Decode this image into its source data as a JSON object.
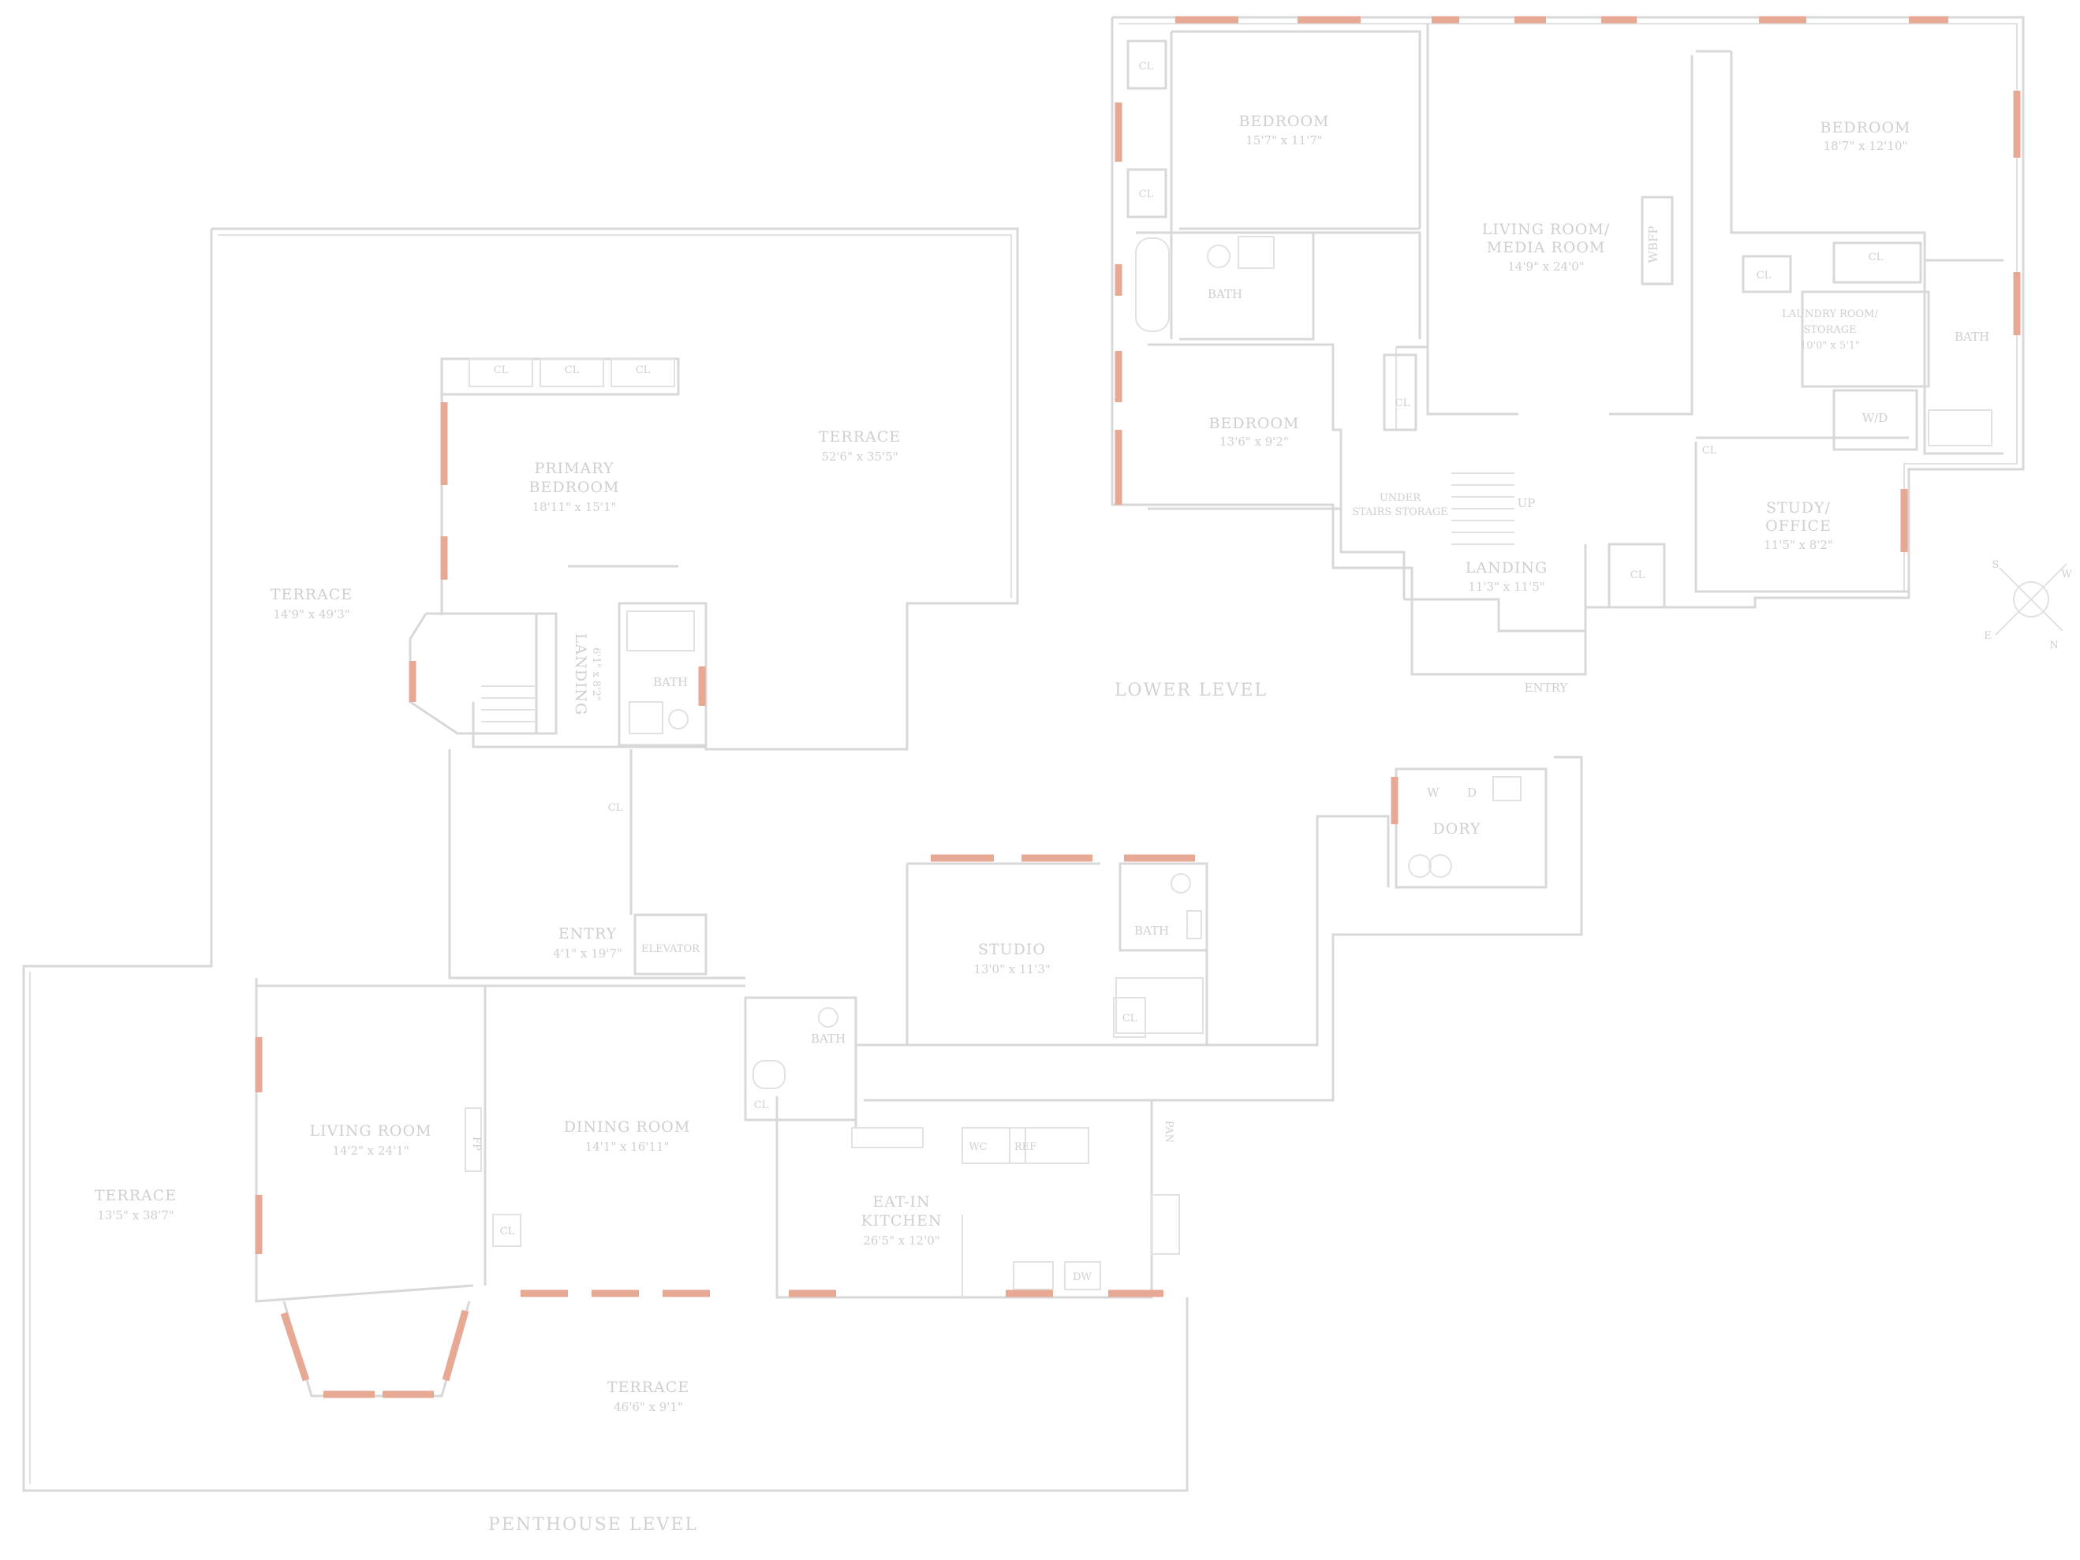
{
  "colors": {
    "wall": "#d8d8d8",
    "window": "#e8a994",
    "text": "#cfcfcf"
  },
  "levels": {
    "lower": "LOWER LEVEL",
    "penthouse": "PENTHOUSE LEVEL"
  },
  "lower_rooms": {
    "bedroom1": {
      "name": "BEDROOM",
      "dim": "15'7\" x 11'7\""
    },
    "bedroom2": {
      "name": "BEDROOM",
      "dim": "13'6\" x 9'2\""
    },
    "living": {
      "name": "LIVING ROOM/",
      "name2": "MEDIA ROOM",
      "dim": "14'9\" x 24'0\""
    },
    "bedroom3": {
      "name": "BEDROOM",
      "dim": "18'7\" x 12'10\""
    },
    "laundry": {
      "name": "LAUNDRY ROOM/",
      "name2": "STORAGE",
      "dim": "10'0\" x 5'1\""
    },
    "study": {
      "name": "STUDY/",
      "name2": "OFFICE",
      "dim": "11'5\" x 8'2\""
    },
    "landing": {
      "name": "LANDING",
      "dim": "11'3\" x 11'5\""
    },
    "under_stairs": {
      "name": "UNDER",
      "name2": "STAIRS STORAGE"
    },
    "bath1": "BATH",
    "bath2": "BATH",
    "wd": "W/D",
    "wbfp": "WBFP",
    "up": "UP",
    "entry": "ENTRY",
    "cl": "CL"
  },
  "penthouse_rooms": {
    "primary": {
      "name": "PRIMARY",
      "name2": "BEDROOM",
      "dim": "18'11\" x 15'1\""
    },
    "terrace_ne": {
      "name": "TERRACE",
      "dim": "52'6\" x 35'5\""
    },
    "terrace_w": {
      "name": "TERRACE",
      "dim": "14'9\" x 49'3\""
    },
    "terrace_sw": {
      "name": "TERRACE",
      "dim": "13'5\" x 38'7\""
    },
    "terrace_s": {
      "name": "TERRACE",
      "dim": "46'6\" x 9'1\""
    },
    "landing": {
      "name": "LANDING",
      "dim": "6'1\" x 8'2\""
    },
    "bath": "BATH",
    "entry": {
      "name": "ENTRY",
      "dim": "4'1\" x 19'7\""
    },
    "elevator": "ELEVATOR",
    "studio": {
      "name": "STUDIO",
      "dim": "13'0\" x 11'3\""
    },
    "studio_bath": "BATH",
    "dining_bath": "BATH",
    "living": {
      "name": "LIVING ROOM",
      "dim": "14'2\" x 24'1\""
    },
    "dining": {
      "name": "DINING ROOM",
      "dim": "14'1\" x 16'11\""
    },
    "kitchen": {
      "name": "EAT-IN",
      "name2": "KITCHEN",
      "dim": "26'5\" x 12'0\""
    },
    "dory": "DORY",
    "w": "W",
    "d": "D",
    "wc": "WC",
    "ref": "REF",
    "dw": "DW",
    "fp": "FP",
    "pan": "PAN",
    "cl": "CL"
  },
  "compass": {
    "n": "N",
    "s": "S",
    "e": "E",
    "w": "W"
  }
}
